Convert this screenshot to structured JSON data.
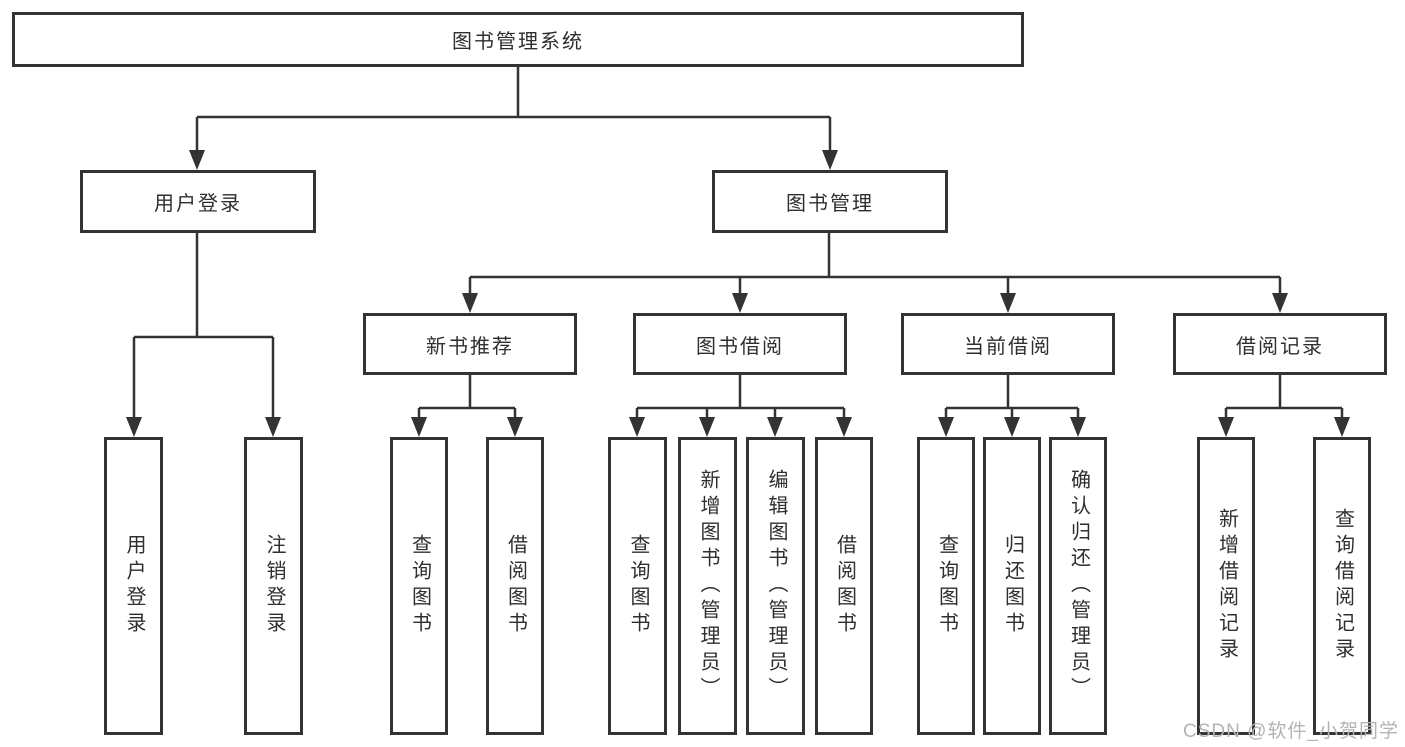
{
  "tree": {
    "label": "图书管理系统",
    "children": [
      {
        "label": "用户登录",
        "children": [
          {
            "label": "用户登录"
          },
          {
            "label": "注销登录"
          }
        ]
      },
      {
        "label": "图书管理",
        "children": [
          {
            "label": "新书推荐",
            "children": [
              {
                "label": "查询图书"
              },
              {
                "label": "借阅图书"
              }
            ]
          },
          {
            "label": "图书借阅",
            "children": [
              {
                "label": "查询图书"
              },
              {
                "label": "新增图书（管理员）"
              },
              {
                "label": "编辑图书（管理员）"
              },
              {
                "label": "借阅图书"
              }
            ]
          },
          {
            "label": "当前借阅",
            "children": [
              {
                "label": "查询图书"
              },
              {
                "label": "归还图书"
              },
              {
                "label": "确认归还（管理员）"
              }
            ]
          },
          {
            "label": "借阅记录",
            "children": [
              {
                "label": "新增借阅记录"
              },
              {
                "label": "查询借阅记录"
              }
            ]
          }
        ]
      }
    ]
  },
  "watermark": {
    "text": "CSDN @软件_小贺同学"
  },
  "colors": {
    "line": "#333333",
    "box_border": "#333333",
    "text": "#2f2f2f",
    "background": "#ffffff",
    "watermark": "#b3b3b3"
  }
}
